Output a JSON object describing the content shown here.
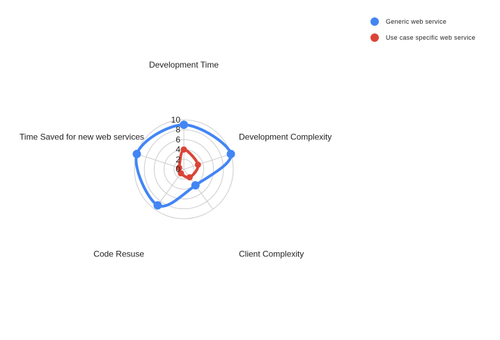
{
  "chart_data": {
    "type": "radar",
    "axes": [
      "Development Time",
      "Development Complexity",
      "Client Complexity",
      "Code Resuse",
      "Time Saved for new web services"
    ],
    "rlim": [
      0,
      10
    ],
    "ticks": [
      "0",
      "2",
      "4",
      "6",
      "8",
      "10"
    ],
    "tick_values": [
      0,
      2,
      4,
      6,
      8,
      10
    ],
    "grid": true,
    "legend": "top-right",
    "series": [
      {
        "name": "Generic web service",
        "color": "#4285f4",
        "values": [
          9,
          10,
          4,
          9,
          10
        ]
      },
      {
        "name": "Use case specific web service",
        "color": "#db4437",
        "values": [
          4,
          3,
          2,
          1,
          1
        ]
      }
    ]
  }
}
